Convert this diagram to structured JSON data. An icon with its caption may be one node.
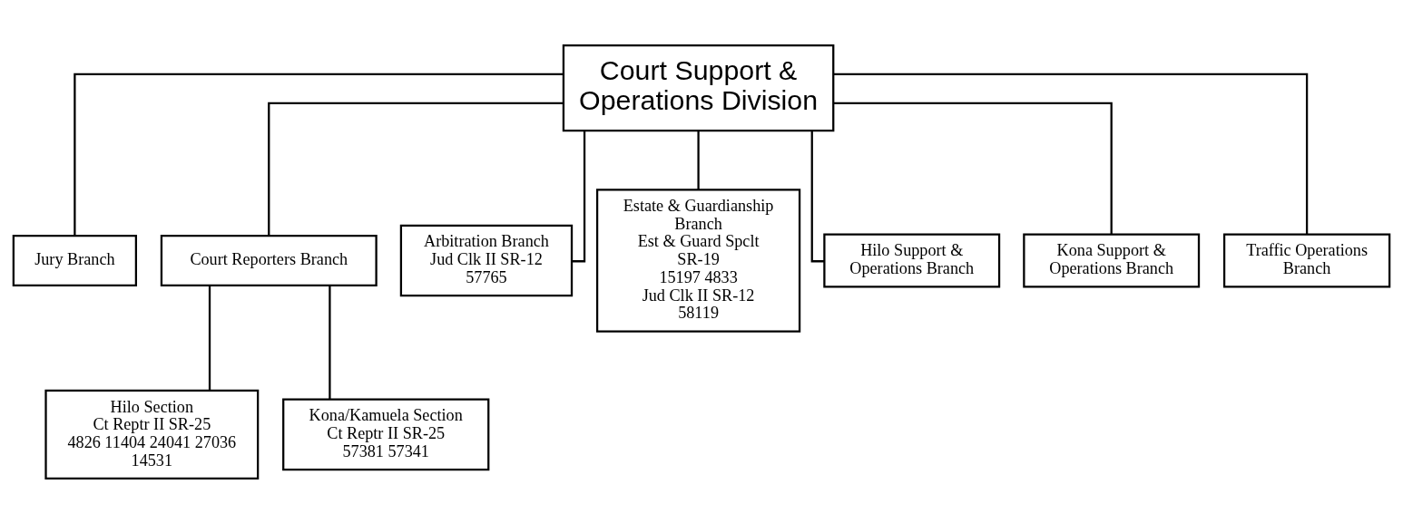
{
  "diagram": {
    "nodes": [
      {
        "text": [
          "Court Support & Operations Division"
        ]
      },
      {
        "text": [
          "Jury Branch"
        ]
      },
      {
        "text": [
          "Court Reporters Branch"
        ]
      },
      {
        "text": [
          "Arbitration Branch",
          "Jud Clk II SR-12",
          "57765"
        ]
      },
      {
        "text": [
          "Estate & Guardianship Branch",
          "Est & Guard Spclt SR-19",
          "15197 4833",
          "Jud Clk II SR-12",
          "58119"
        ]
      },
      {
        "text": [
          "Hilo Support & Operations Branch"
        ]
      },
      {
        "text": [
          "Kona Support & Operations Branch"
        ]
      },
      {
        "text": [
          "Traffic Operations Branch"
        ]
      },
      {
        "text": [
          "Hilo Section",
          "Ct Reptr II SR-25",
          "4826 11404 24041 27036 14531"
        ]
      },
      {
        "text": [
          "Kona/Kamuela Section",
          "Ct Reptr II SR-25",
          "57381 57341"
        ]
      }
    ],
    "edges": [
      {
        "from": 0,
        "to": 1,
        "arrow": "none"
      },
      {
        "from": 0,
        "to": 2,
        "arrow": "none"
      },
      {
        "from": 0,
        "to": 3,
        "arrow": "none"
      },
      {
        "from": 0,
        "to": 4,
        "arrow": "none"
      },
      {
        "from": 0,
        "to": 5,
        "arrow": "none"
      },
      {
        "from": 0,
        "to": 6,
        "arrow": "none"
      },
      {
        "from": 0,
        "to": 7,
        "arrow": "none"
      },
      {
        "from": 2,
        "to": 8,
        "arrow": "none"
      },
      {
        "from": 2,
        "to": 9,
        "arrow": "none"
      }
    ]
  }
}
